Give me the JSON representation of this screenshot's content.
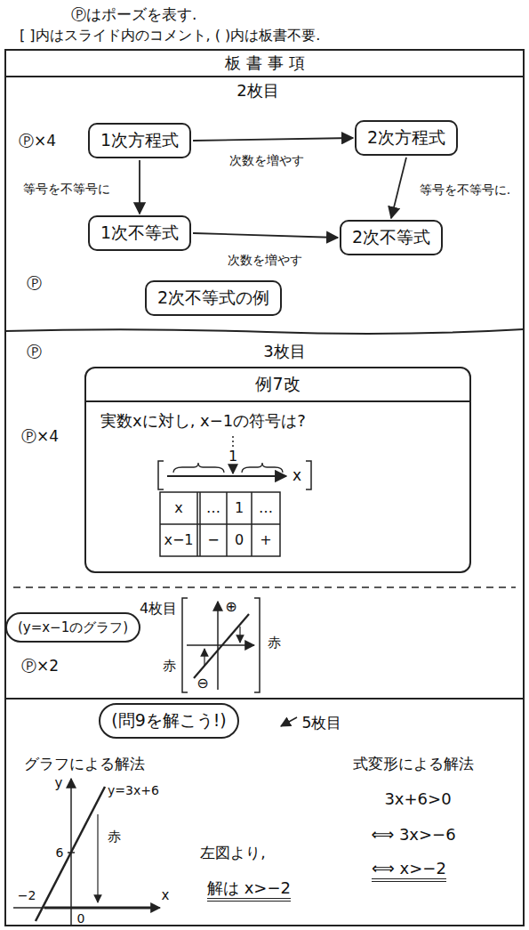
{
  "diagram": {
    "nodes": [
      {
        "text": [
          "1次方程式"
        ]
      },
      {
        "text": [
          "2次方程式"
        ]
      },
      {
        "text": [
          "1次不等式"
        ]
      },
      {
        "text": [
          "2次不等式"
        ]
      },
      {
        "text": [
          "2次不等式の例"
        ]
      },
      {
        "text": [
          "例7改",
          "実数xに対し, x−1の符号は?"
        ]
      },
      {
        "text": [
          "(y=x−1のグラフ)"
        ]
      },
      {
        "text": [
          "(問9を解こう!)"
        ]
      }
    ],
    "edges": [
      {
        "from": 0,
        "to": 1,
        "arrow": "to",
        "label": "次数を増やす"
      },
      {
        "from": 0,
        "to": 2,
        "arrow": "to",
        "label": "等号を不等号に"
      },
      {
        "from": 2,
        "to": 3,
        "arrow": "to",
        "label": "次数を増やす"
      },
      {
        "from": 1,
        "to": 3,
        "arrow": "to",
        "label": "等号を不等号に."
      }
    ],
    "labels": [
      "Ⓟはポーズを表す.",
      "[ ]内はスライド内のコメント, ( )内は板書不要.",
      "板 書 事 項",
      "2枚目",
      "Ⓟ×4",
      "Ⓟ",
      "Ⓟ",
      "3枚目",
      "Ⓟ×4",
      "1",
      "x",
      "x",
      "…",
      "1",
      "…",
      "x−1",
      "−",
      "0",
      "+",
      "4枚目",
      "⊕",
      "⊖",
      "赤",
      "赤",
      "Ⓟ×2",
      "5枚目",
      "グラフによる解法",
      "y",
      "x",
      "y=3x+6",
      "6",
      "−2",
      "0",
      "赤",
      "左図より,",
      "解は x>−2",
      "式変形による解法",
      "3x+6>0",
      "⟺ 3x>−6",
      "⟺ x>−2"
    ]
  }
}
